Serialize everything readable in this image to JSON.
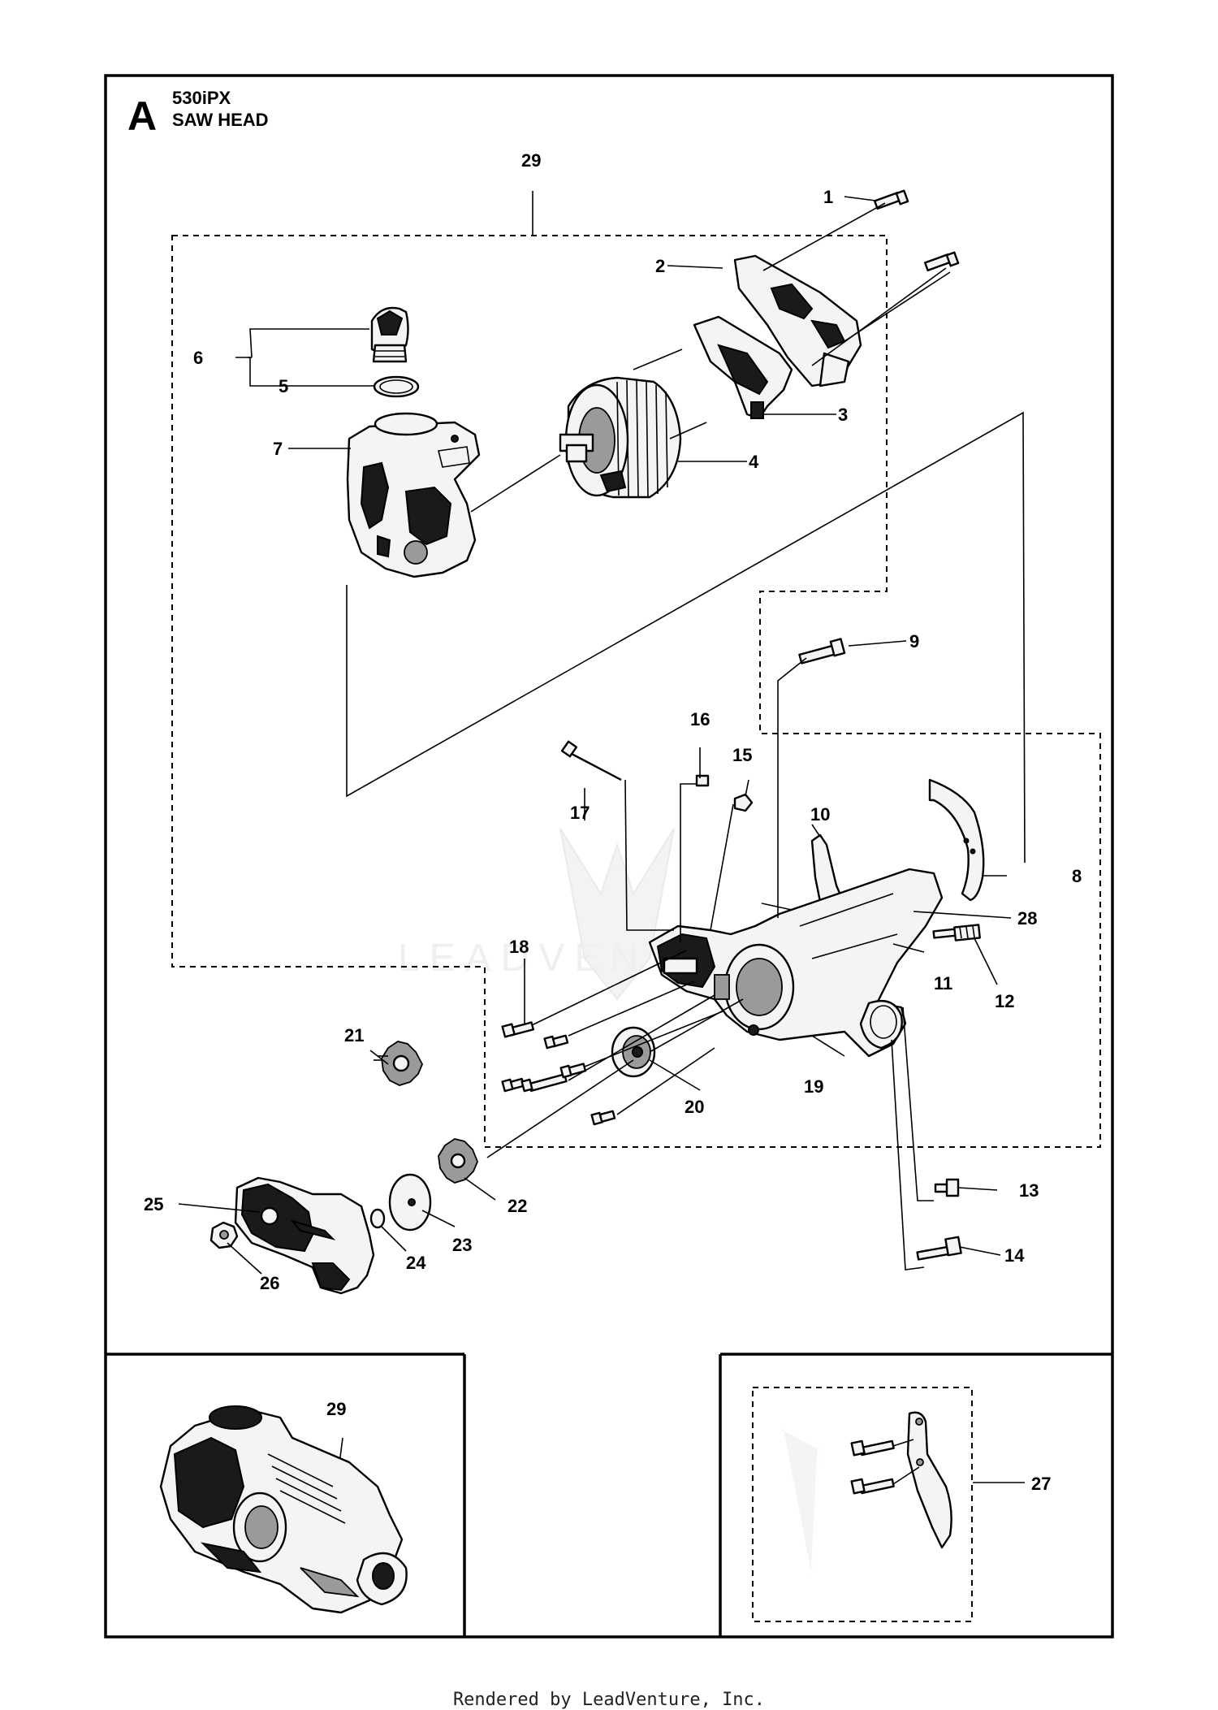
{
  "header": {
    "section_letter": "A",
    "model": "530iPX",
    "assembly": "SAW HEAD"
  },
  "watermark": "LEADVENTURE",
  "callouts": {
    "c1": "1",
    "c2": "2",
    "c3": "3",
    "c4": "4",
    "c5": "5",
    "c6": "6",
    "c7": "7",
    "c8": "8",
    "c9": "9",
    "c10": "10",
    "c11": "11",
    "c12": "12",
    "c13": "13",
    "c14": "14",
    "c15": "15",
    "c16": "16",
    "c17": "17",
    "c18": "18",
    "c19": "19",
    "c20": "20",
    "c21": "21",
    "c22": "22",
    "c23": "23",
    "c24": "24",
    "c25": "25",
    "c26": "26",
    "c27": "27",
    "c28": "28",
    "c29": "29",
    "c29_inset": "29"
  },
  "footer": "Rendered by LeadVenture, Inc."
}
